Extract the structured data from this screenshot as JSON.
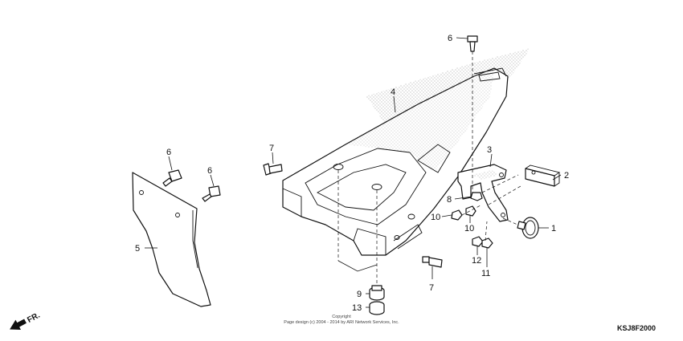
{
  "callouts": {
    "c1": "1",
    "c2": "2",
    "c3": "3",
    "c4": "4",
    "c5": "5",
    "c6a": "6",
    "c6b": "6",
    "c6c": "6",
    "c7a": "7",
    "c7b": "7",
    "c8": "8",
    "c9": "9",
    "c10a": "10",
    "c10b": "10",
    "c11": "11",
    "c12": "12",
    "c13": "13"
  },
  "direction_label": "FR.",
  "copyright": {
    "line1": "Copyright",
    "line2": "Page design (c) 2004 - 2014 by ARI Network Services, Inc."
  },
  "diagram_code": "KSJ8F2000"
}
